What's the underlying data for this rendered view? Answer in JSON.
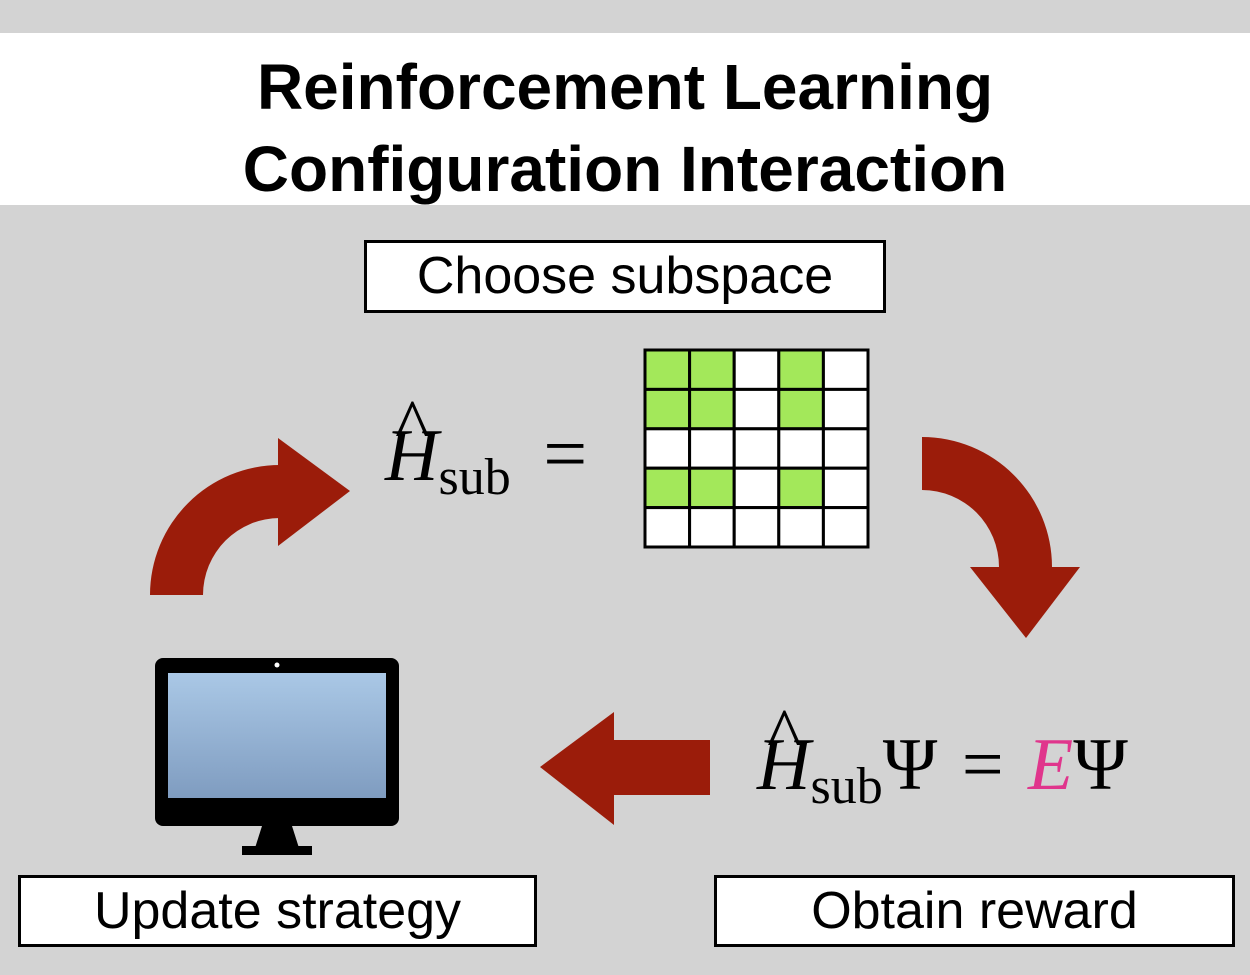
{
  "title": {
    "line1": "Reinforcement Learning",
    "line2": "Configuration Interaction"
  },
  "steps": {
    "choose": "Choose subspace",
    "update": "Update strategy",
    "reward": "Obtain reward"
  },
  "equations": {
    "hamiltonian_symbol": "H",
    "hat": "^",
    "subscript": "sub",
    "equals": "=",
    "psi": "Ψ",
    "energy": "E"
  },
  "matrix": {
    "rows": 5,
    "cols": 5,
    "highlighted": [
      [
        1,
        1,
        0,
        1,
        0
      ],
      [
        1,
        1,
        0,
        1,
        0
      ],
      [
        0,
        0,
        0,
        0,
        0
      ],
      [
        1,
        1,
        0,
        1,
        0
      ],
      [
        0,
        0,
        0,
        0,
        0
      ]
    ]
  },
  "colors": {
    "background": "#d3d3d3",
    "arrow": "#9b1c0a",
    "cell_highlight": "#a3e85a",
    "cell_plain": "#ffffff",
    "energy": "#e0358c",
    "screen_top": "#aac8e6",
    "screen_bottom": "#7f9cc0"
  },
  "icons": {
    "computer": "desktop-monitor-icon"
  }
}
